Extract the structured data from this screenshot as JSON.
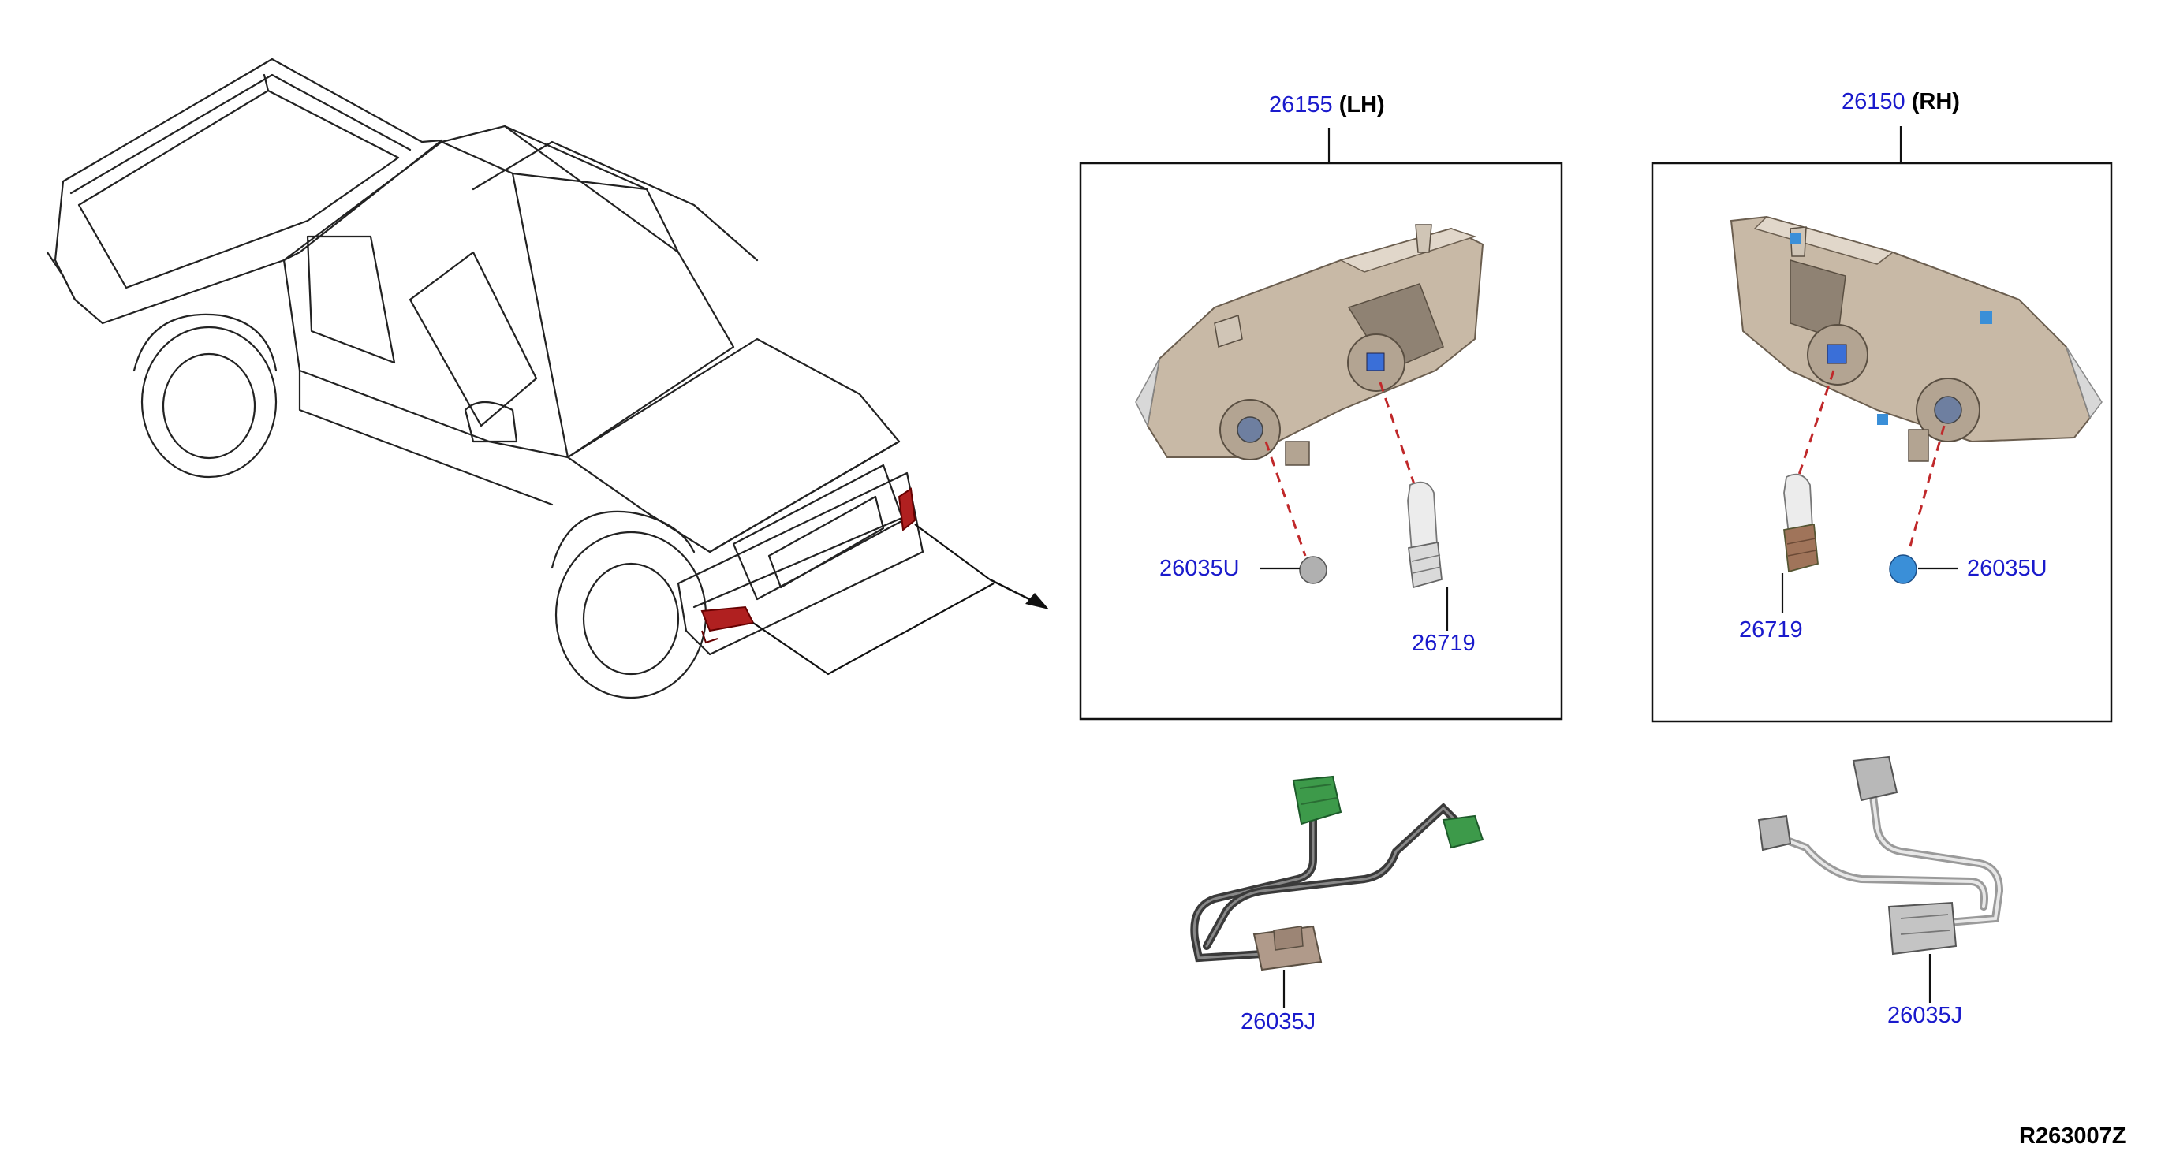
{
  "lh_assembly": {
    "part_number": "26155",
    "side": "(LH)",
    "socket_part": "26035U",
    "bulb_part": "26719"
  },
  "rh_assembly": {
    "part_number": "26150",
    "side": "(RH)",
    "socket_part": "26035U",
    "bulb_part": "26719"
  },
  "lh_harness": {
    "part_number": "26035J"
  },
  "rh_harness": {
    "part_number": "26035J"
  },
  "illustration_code": "R263007Z",
  "colors": {
    "callout_text": "#1a1acc",
    "lamp_body": "#c8b9a6",
    "lamp_lens_highlight": "#b02020",
    "socket_lh": "#b0b0b0",
    "socket_rh": "#3a8fd8",
    "lh_connector": "#3d9a4a",
    "rh_harness": "#d0d0d0"
  },
  "icons": [
    "truck-illustration",
    "lamp-assembly",
    "bulb",
    "socket",
    "wiring-harness"
  ]
}
